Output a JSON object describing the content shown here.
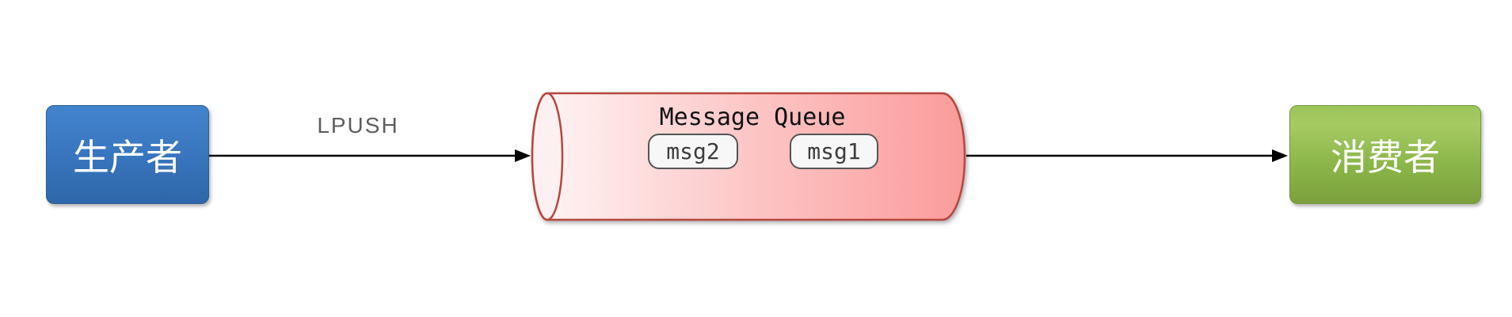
{
  "diagram": {
    "producer": {
      "label": "生产者"
    },
    "lpush_arrow": {
      "label": "LPUSH"
    },
    "queue": {
      "title": "Message Queue",
      "messages": [
        {
          "label": "msg2"
        },
        {
          "label": "msg1"
        }
      ]
    },
    "consumer": {
      "label": "消费者"
    },
    "colors": {
      "producer_fill": "#3a77c1",
      "consumer_fill": "#8bb649",
      "queue_fill_start": "#fdf2f2",
      "queue_fill_end": "#fb9b9b",
      "queue_stroke": "#b7473f",
      "message_chip_fill": "#f7f7f7",
      "message_chip_stroke": "#555555",
      "arrow_color": "#000000",
      "lpush_label_color": "#5e5e5e"
    }
  }
}
